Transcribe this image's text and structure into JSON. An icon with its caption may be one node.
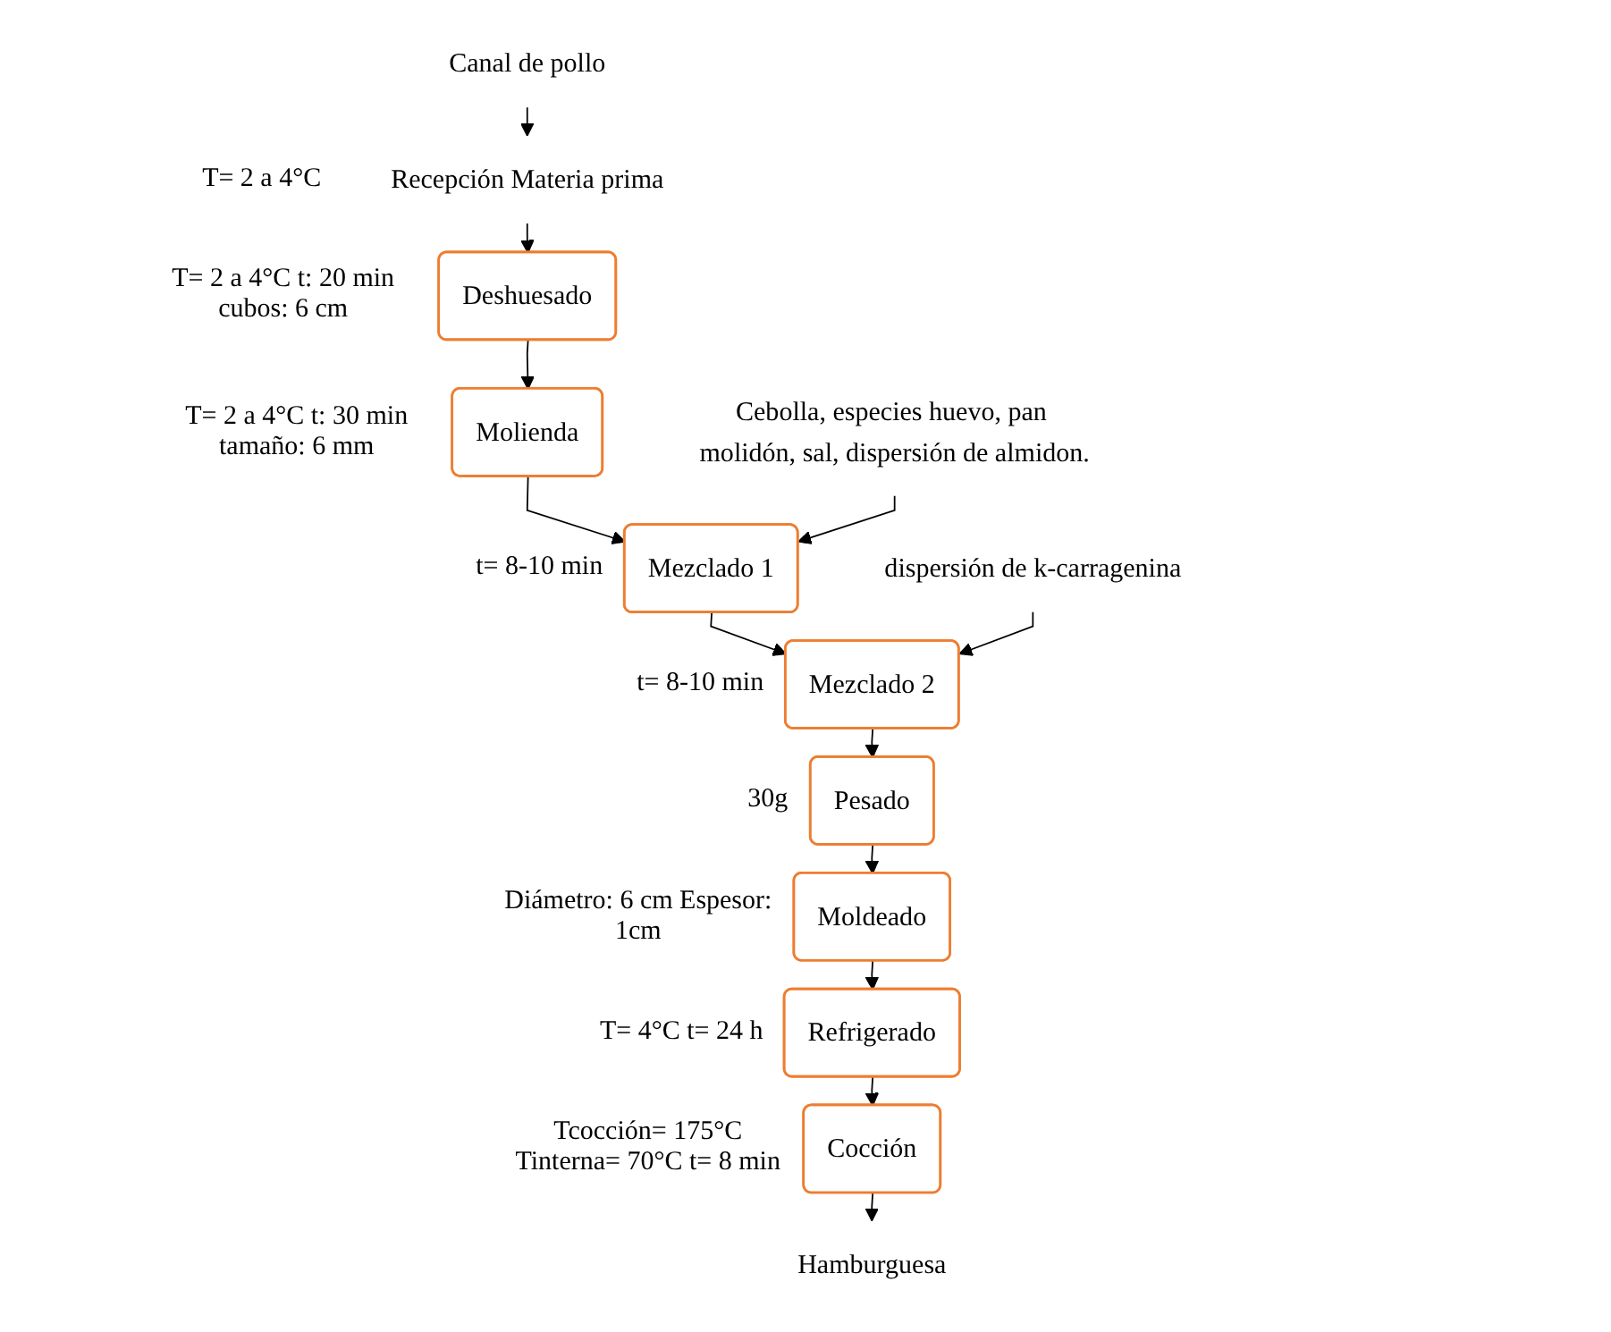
{
  "diagram": {
    "nodes": [
      {
        "text": [
          "Canal de pollo"
        ]
      },
      {
        "text": [
          "Recepción Materia prima"
        ],
        "beside": [
          "T= 2 a 4°C"
        ]
      },
      {
        "text": [
          "Deshuesado"
        ],
        "beside": [
          "T= 2 a 4°C t: 20 min cubos: 6 cm"
        ]
      },
      {
        "text": [
          "Molienda"
        ],
        "beside": [
          "T= 2 a 4°C t: 30 min tamaño: 6 mm"
        ]
      },
      {
        "text": [
          "Cebolla, especies huevo, pan molidón, sal, dispersión de almidon."
        ]
      },
      {
        "text": [
          "Mezclado 1"
        ],
        "beside": [
          "t= 8-10 min"
        ]
      },
      {
        "text": [
          "dispersión de k-carragenina"
        ]
      },
      {
        "text": [
          "Mezclado 2"
        ],
        "beside": [
          "t= 8-10 min"
        ]
      },
      {
        "text": [
          "Pesado"
        ],
        "beside": [
          "30g"
        ]
      },
      {
        "text": [
          "Moldeado"
        ],
        "beside": [
          "Diámetro: 6 cm Espesor: 1cm"
        ]
      },
      {
        "text": [
          "Refrigerado"
        ],
        "beside": [
          "T= 4°C t= 24 h"
        ]
      },
      {
        "text": [
          "Cocción"
        ],
        "beside": [
          "Tcocción= 175°C Tinterna= 70°C t= 8 min"
        ]
      },
      {
        "text": [
          "Hamburguesa"
        ]
      }
    ],
    "edges": [
      {
        "from": 0,
        "to": 1,
        "arrow": "to"
      },
      {
        "from": 1,
        "to": 2,
        "arrow": "to"
      },
      {
        "from": 2,
        "to": 3,
        "arrow": "to"
      },
      {
        "from": 3,
        "to": 5,
        "arrow": "to"
      },
      {
        "from": 4,
        "to": 5,
        "arrow": "to"
      },
      {
        "from": 5,
        "to": 7,
        "arrow": "to"
      },
      {
        "from": 6,
        "to": 7,
        "arrow": "to"
      },
      {
        "from": 7,
        "to": 8,
        "arrow": "to"
      },
      {
        "from": 8,
        "to": 9,
        "arrow": "to"
      },
      {
        "from": 9,
        "to": 10,
        "arrow": "to"
      },
      {
        "from": 10,
        "to": 11,
        "arrow": "to"
      },
      {
        "from": 11,
        "to": 12,
        "arrow": "to"
      }
    ]
  }
}
